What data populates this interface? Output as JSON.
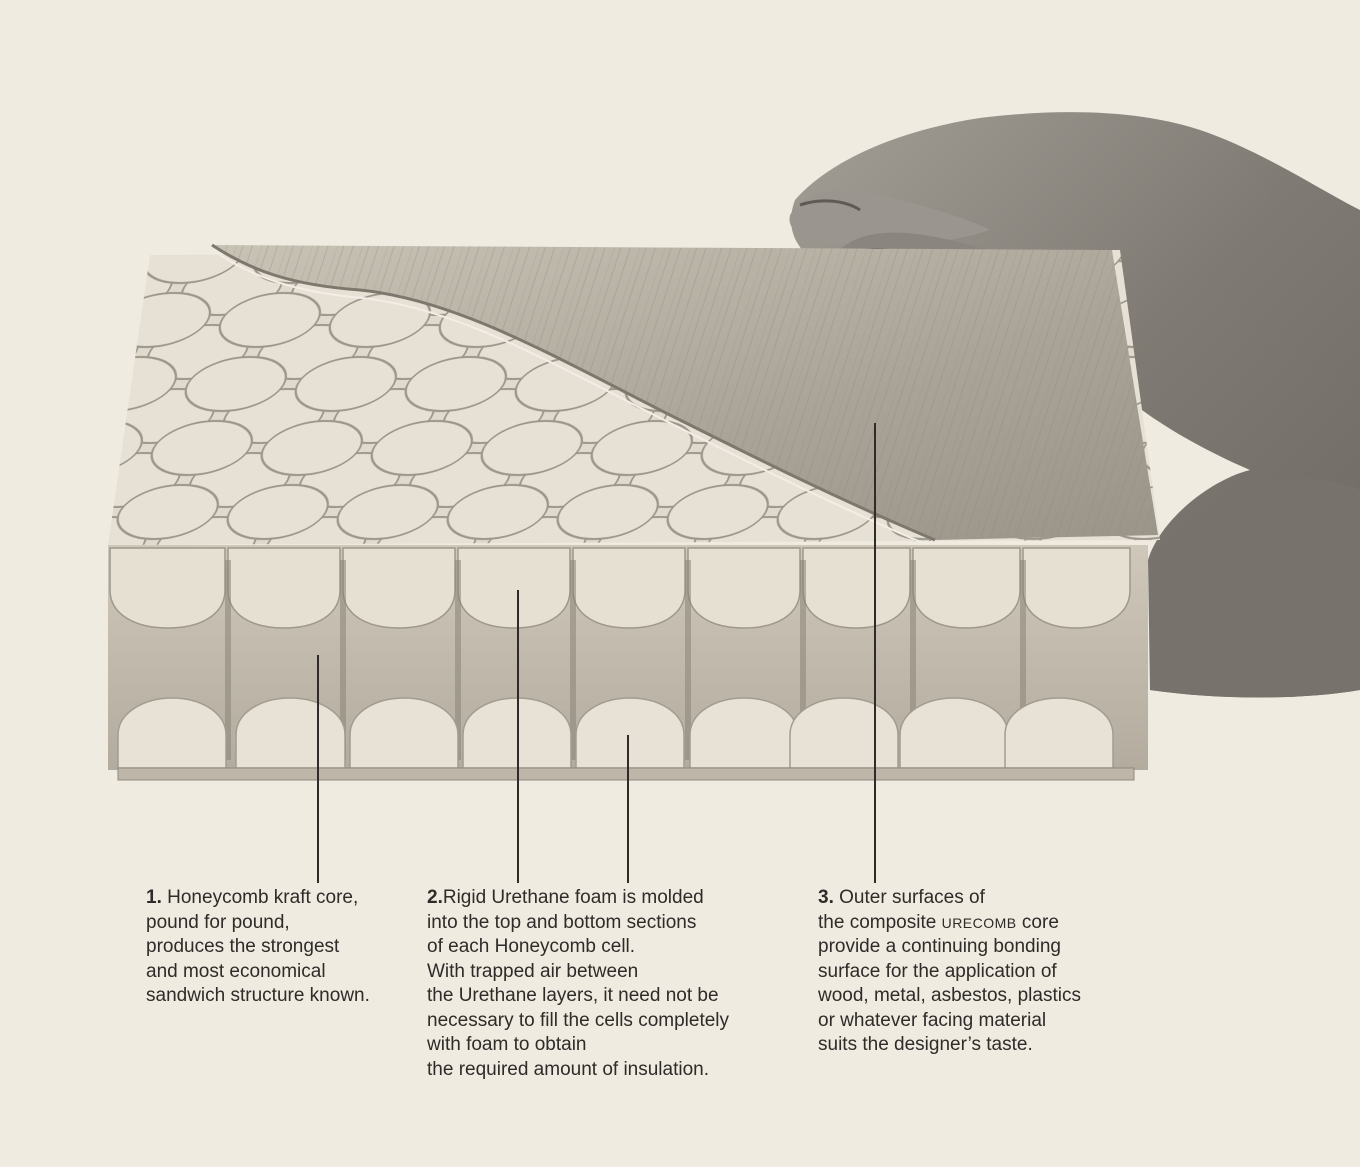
{
  "captions": [
    {
      "number": "1.",
      "lines": [
        "Honeycomb kraft core,",
        "pound for  pound,",
        "produces the strongest",
        "and most economical",
        "sandwich structure known."
      ]
    },
    {
      "number": "2.",
      "lines": [
        "Rigid Urethane foam is molded",
        "into the top and bottom sections",
        "of each Honeycomb cell.",
        "With trapped air between",
        "the Urethane layers, it need not be",
        "necessary to fill the cells completely",
        "with foam to obtain",
        "the required amount of insulation."
      ]
    },
    {
      "number": "3.",
      "lines": [
        "Outer surfaces of",
        "the composite ",
        "URECOMB",
        " core",
        "provide a continuing bonding",
        "surface for the application of",
        "wood, metal, asbestos, plastics",
        "or whatever facing material",
        "suits the designer’s taste."
      ]
    }
  ],
  "colors": {
    "paper": "#efebe1",
    "ink": "#2e2b28",
    "foam": "#ddd6c8",
    "wood": "#b9b2a5",
    "hand": "#8f8a83"
  }
}
